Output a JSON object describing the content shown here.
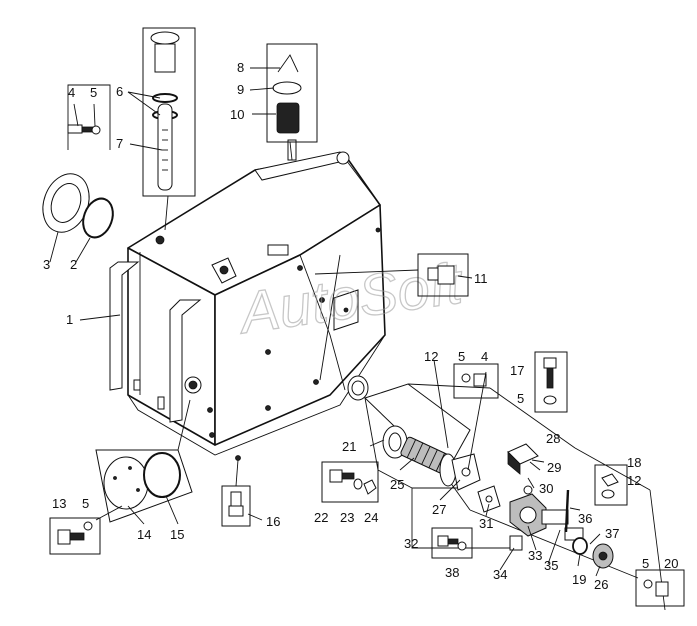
{
  "watermark": "AutoSoft",
  "callouts": {
    "c1": "1",
    "c2": "2",
    "c3": "3",
    "c4": "4",
    "c5": "5",
    "c6": "6",
    "c7": "7",
    "c8": "8",
    "c9": "9",
    "c10": "10",
    "c11": "11",
    "c12": "12",
    "c13": "13",
    "c14": "14",
    "c15": "15",
    "c16": "16",
    "c17": "17",
    "c18": "18",
    "c19": "19",
    "c20": "20",
    "c21": "21",
    "c22": "22",
    "c23": "23",
    "c24": "24",
    "c25": "25",
    "c26": "26",
    "c27": "27",
    "c28": "28",
    "c29": "29",
    "c30": "30",
    "c31": "31",
    "c32": "32",
    "c33": "33",
    "c34": "34",
    "c35": "35",
    "c36": "36",
    "c37": "37",
    "c38": "38"
  }
}
